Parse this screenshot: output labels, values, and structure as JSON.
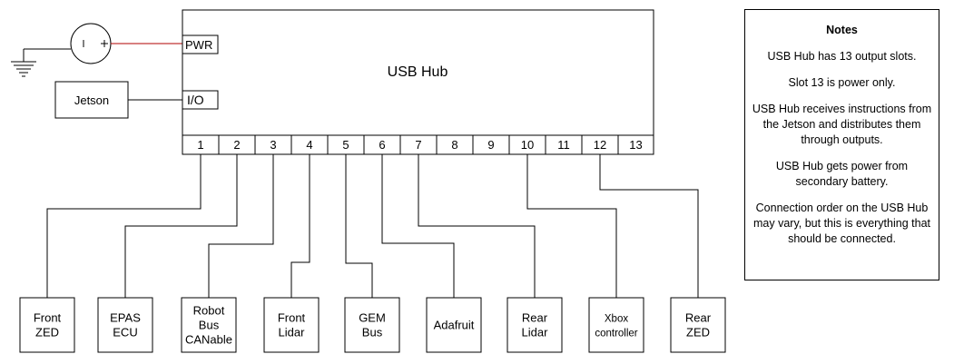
{
  "hub": {
    "title": "USB Hub",
    "power_port_label": "PWR",
    "io_port_label": "I/O",
    "slots": [
      "1",
      "2",
      "3",
      "4",
      "5",
      "6",
      "7",
      "8",
      "9",
      "10",
      "11",
      "12",
      "13"
    ]
  },
  "controller": {
    "label": "Jetson"
  },
  "power_source": {
    "negative_symbol": "-",
    "positive_symbol": "+"
  },
  "devices": [
    {
      "label": "Front\nZED",
      "slot": "1"
    },
    {
      "label": "EPAS\nECU",
      "slot": "2"
    },
    {
      "label": "Robot\nBus\nCANable",
      "slot": "3"
    },
    {
      "label": "Front\nLidar",
      "slot": "4"
    },
    {
      "label": "GEM\nBus",
      "slot": "5"
    },
    {
      "label": "Adafruit",
      "slot": "6"
    },
    {
      "label": "Rear\nLidar",
      "slot": "7"
    },
    {
      "label": "Xbox\ncontroller",
      "slot": "10"
    },
    {
      "label": "Rear\nZED",
      "slot": "12"
    }
  ],
  "notes": {
    "title": "Notes",
    "lines": [
      "USB Hub has 13 output slots.",
      "Slot 13 is power only.",
      "USB Hub receives instructions from the Jetson and distributes them through outputs.",
      "USB Hub gets power from secondary battery.",
      "Connection order on the USB Hub may vary, but this is everything that should be connected."
    ]
  },
  "colors": {
    "power_wire": "#b20000",
    "line": "#000000",
    "background": "#ffffff"
  }
}
